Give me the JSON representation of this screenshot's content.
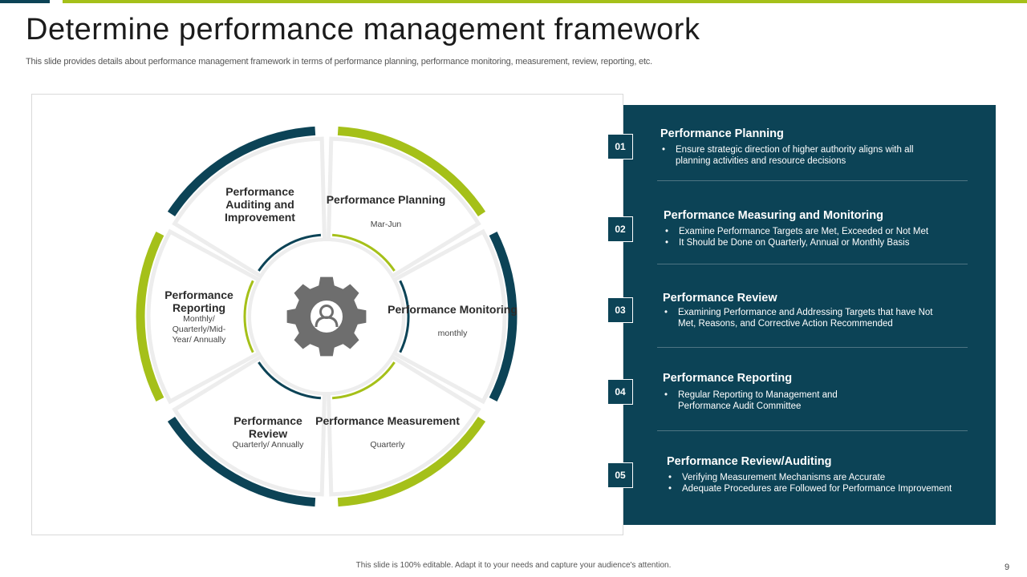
{
  "title": "Determine performance management framework",
  "subtitle": "This slide provides details about performance management framework in terms of performance planning, performance monitoring, measurement, review, reporting, etc.",
  "colors": {
    "navy": "#0c4356",
    "green": "#a5c019",
    "gear": "#6e6e6e"
  },
  "wheel": {
    "center_icon": "gear-user-icon",
    "segments": [
      {
        "title": "Performance Planning",
        "sub": "Mar-Jun"
      },
      {
        "title": "Performance Monitoring",
        "sub": "monthly"
      },
      {
        "title": "Performance Measurement",
        "sub": "Quarterly"
      },
      {
        "title": "Performance Review",
        "sub": "Quarterly/ Annually"
      },
      {
        "title": "Performance Reporting",
        "sub": "Monthly/ Quarterly/Mid-Year/ Annually"
      },
      {
        "title": "Performance Auditing and Improvement",
        "sub": ""
      }
    ]
  },
  "items": [
    {
      "number": "01",
      "title": "Performance Planning",
      "bullets": [
        "Ensure strategic direction of higher authority aligns with all planning activities and resource decisions"
      ]
    },
    {
      "number": "02",
      "title": "Performance Measuring and Monitoring",
      "bullets": [
        "Examine Performance Targets are Met, Exceeded or Not Met",
        "It Should be Done on Quarterly, Annual or Monthly Basis"
      ]
    },
    {
      "number": "03",
      "title": "Performance Review",
      "bullets": [
        "Examining Performance and Addressing Targets that have Not Met, Reasons, and Corrective Action Recommended"
      ]
    },
    {
      "number": "04",
      "title": "Performance Reporting",
      "bullets": [
        "Regular Reporting to Management and Performance Audit Committee"
      ]
    },
    {
      "number": "05",
      "title": "Performance Review/Auditing",
      "bullets": [
        "Verifying Measurement Mechanisms are Accurate",
        "Adequate Procedures are Followed for Performance Improvement"
      ]
    }
  ],
  "footer": "This slide is 100% editable. Adapt it to your needs and capture your audience's attention.",
  "page_number": "9"
}
